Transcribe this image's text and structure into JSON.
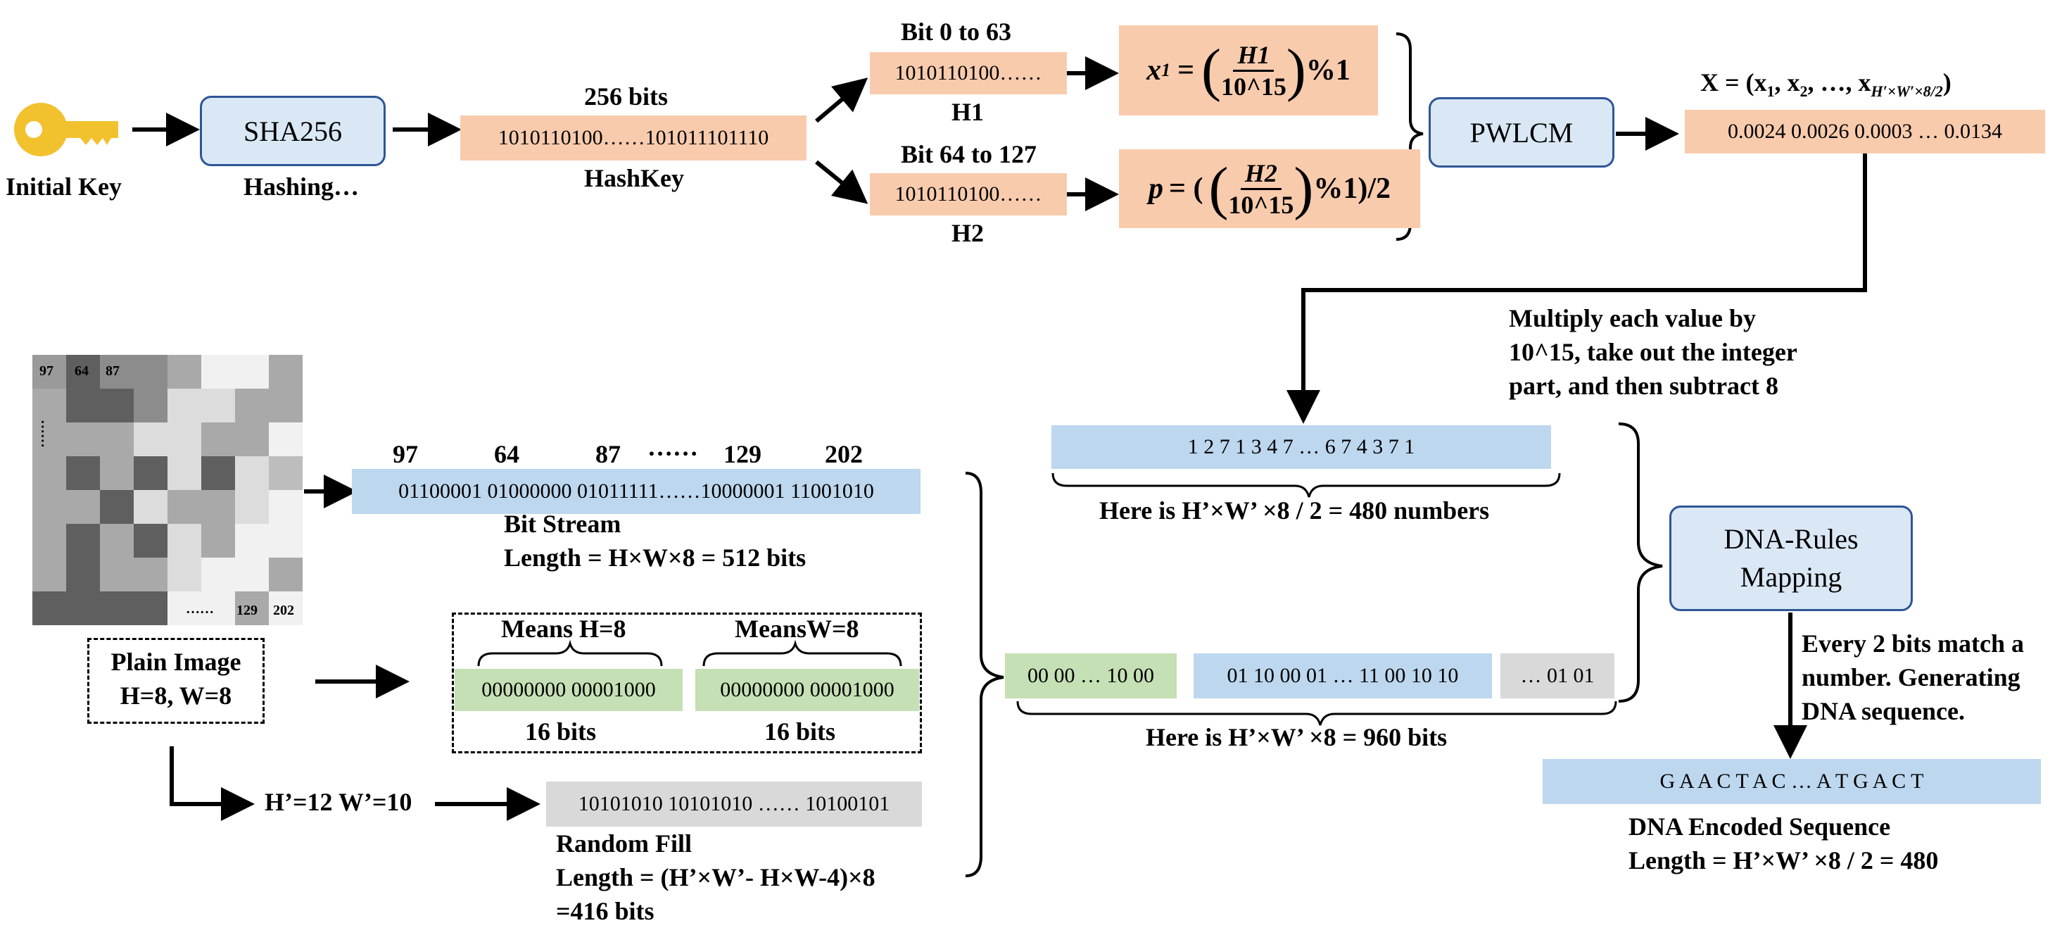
{
  "initial_key": {
    "label": "Initial Key",
    "icon": "key-icon",
    "color": "#f2c12e"
  },
  "sha": {
    "label": "SHA256",
    "sub": "Hashing…"
  },
  "hashkey": {
    "top": "256 bits",
    "value": "1010110100……101011101110",
    "bottom": "HashKey"
  },
  "h1": {
    "top": "Bit 0 to 63",
    "value": "1010110100……",
    "bottom": "H1"
  },
  "h2": {
    "top": "Bit 64 to 127",
    "value": "1010110100……",
    "bottom": "H2"
  },
  "formula1": {
    "lhs": "x",
    "sub": "1",
    "eq": "=",
    "num": "H1",
    "den": "10^15",
    "tail": "%1"
  },
  "formula2": {
    "lhs": "p",
    "eq": "= (",
    "num": "H2",
    "den": "10^15",
    "tail": "%1)/2"
  },
  "pwlcm": {
    "label": "PWLCM"
  },
  "xseq": {
    "label": "X = (x",
    "sub1": "1",
    "mid": ", x",
    "sub2": "2",
    "dots": ", …, x",
    "sub3": "H′×W′×8/2",
    "close": ")",
    "value": "0.0024  0.0026  0.0003  …  0.0134"
  },
  "multiply_note": {
    "line1": "Multiply each value by",
    "line2": "10^15, take out the integer",
    "line3": "part, and then subtract 8"
  },
  "int_seq": {
    "value": "1   2   7   1   3   4   7   … 6   7   4   3   7   1",
    "caption": "Here is H’×W’ ×8 / 2 = 480 numbers"
  },
  "plain_image": {
    "line1": "Plain Image",
    "line2": "H=8, W=8",
    "pixels_top": [
      "97",
      "64",
      "87"
    ],
    "dots_vertical": "……",
    "dots_bottom": "……",
    "pixels_bottom": [
      "129",
      "202"
    ]
  },
  "bitstream": {
    "values_top": [
      "97",
      "64",
      "87",
      "……",
      "129",
      "202"
    ],
    "value": "01100001 01000000 01011111……10000001 11001010",
    "title": "Bit Stream",
    "length": "Length = H×W×8 = 512 bits"
  },
  "means": {
    "h_label": "Means H=8",
    "w_label": "MeansW=8",
    "h_value": "00000000 00001000",
    "w_value": "00000000 00001000",
    "h_bits": "16 bits",
    "w_bits": "16 bits"
  },
  "hw_prime": {
    "label": "H’=12 W’=10"
  },
  "random_fill": {
    "value": "10101010 10101010 …… 10100101",
    "title": "Random Fill",
    "line2": "Length = (H’×W’- H×W-4)×8",
    "line3": "=416 bits"
  },
  "combined": {
    "seg1": "00 00 … 10 00",
    "seg2": "01 10 00 01 … 11 00 10 10",
    "seg3": "… 01 01",
    "caption": "Here is H’×W’ ×8 = 960 bits"
  },
  "dna_rules": {
    "line1": "DNA-Rules",
    "line2": "Mapping"
  },
  "dna_note": {
    "line1": "Every 2 bits match a",
    "line2": "number. Generating",
    "line3": "DNA sequence."
  },
  "dna_seq": {
    "value": "G  A  A   C  T  A  C  … A  T  G  A  C  T",
    "title": "DNA Encoded Sequence",
    "length": "Length = H’×W’ ×8 / 2 = 480"
  },
  "colors": {
    "orange": "#f8cbad",
    "blue": "#bdd7ee",
    "green": "#c5e0b4",
    "grey": "#d9d9d9",
    "box_border": "#2f5597"
  },
  "pixel_grid": [
    [
      "#9a9a9a",
      "#5f5f5f",
      "#8c8c8c",
      "#8c8c8c",
      "#a9a9a9",
      "#f1f1f1",
      "#f1f1f1",
      "#a9a9a9"
    ],
    [
      "#a9a9a9",
      "#5f5f5f",
      "#5f5f5f",
      "#8c8c8c",
      "#dcdcdc",
      "#dcdcdc",
      "#a9a9a9",
      "#a9a9a9"
    ],
    [
      "#a9a9a9",
      "#a9a9a9",
      "#a9a9a9",
      "#dcdcdc",
      "#dcdcdc",
      "#a9a9a9",
      "#a9a9a9",
      "#f1f1f1"
    ],
    [
      "#a9a9a9",
      "#5f5f5f",
      "#a9a9a9",
      "#5f5f5f",
      "#dcdcdc",
      "#5f5f5f",
      "#dcdcdc",
      "#bdbdbd"
    ],
    [
      "#a9a9a9",
      "#a9a9a9",
      "#5f5f5f",
      "#dcdcdc",
      "#a9a9a9",
      "#a9a9a9",
      "#dcdcdc",
      "#f1f1f1"
    ],
    [
      "#a9a9a9",
      "#5f5f5f",
      "#a9a9a9",
      "#5f5f5f",
      "#dcdcdc",
      "#a9a9a9",
      "#f1f1f1",
      "#f1f1f1"
    ],
    [
      "#a9a9a9",
      "#5f5f5f",
      "#a9a9a9",
      "#a9a9a9",
      "#dcdcdc",
      "#f1f1f1",
      "#f1f1f1",
      "#a9a9a9"
    ],
    [
      "#5f5f5f",
      "#5f5f5f",
      "#5f5f5f",
      "#5f5f5f",
      "#f1f1f1",
      "#f1f1f1",
      "#a9a9a9",
      "#f1f1f1"
    ]
  ]
}
